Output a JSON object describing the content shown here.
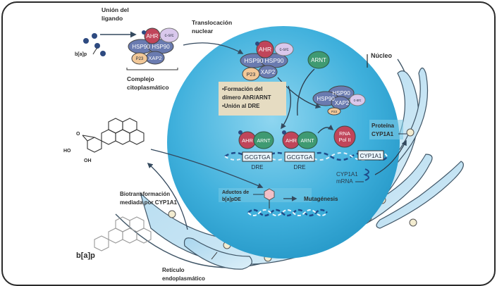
{
  "labels": {
    "ligand_binding": [
      "Unión del",
      "ligando"
    ],
    "ligand_name": "b[a]p",
    "cytoplasmic_complex": [
      "Complejo",
      "citoplasmático"
    ],
    "nuclear_translocation": [
      "Translocación",
      "nuclear"
    ],
    "nucleus": "Núcleo",
    "info_box": [
      "•Formación del",
      "dímero AhR/ARNT",
      "•Unión al DRE"
    ],
    "protein": [
      "Proteína",
      "CYP1A1"
    ],
    "mrna": [
      "CYP1A1",
      "mRNA"
    ],
    "adducts": [
      "Aductos de",
      "b[a]pDE"
    ],
    "mutagenesis": "Mutagénesis",
    "biotransformation": [
      "Biotransformación",
      "mediada por CYP1A1"
    ],
    "bap_bottom": "b[a]p",
    "er": [
      "Retículo",
      "endoplasmático"
    ],
    "diol_epoxide": {
      "epoxide_o": "O",
      "ho": "HO",
      "oh": "OH"
    }
  },
  "proteins": {
    "ahr": "AHR",
    "csrc": "c-src",
    "hsp90": "HSP90",
    "p23": "P23",
    "xap2": "XAP2",
    "arnt": "ARNT",
    "rna_pol": [
      "RNA",
      "Pol II"
    ]
  },
  "dna": {
    "dre_sequence": "GCGTGA",
    "dre_label": "DRE",
    "gene": "CYP1A1"
  },
  "colors": {
    "nucleus": "#3fb0dc",
    "ahr": "#c0455a",
    "arnt": "#3f9a72",
    "hsp90": "#6a7bb0",
    "p23": "#f2c898",
    "csrc": "#d9c8ec",
    "er": "#bfe0f2",
    "info_box": "#e6dcc2"
  }
}
